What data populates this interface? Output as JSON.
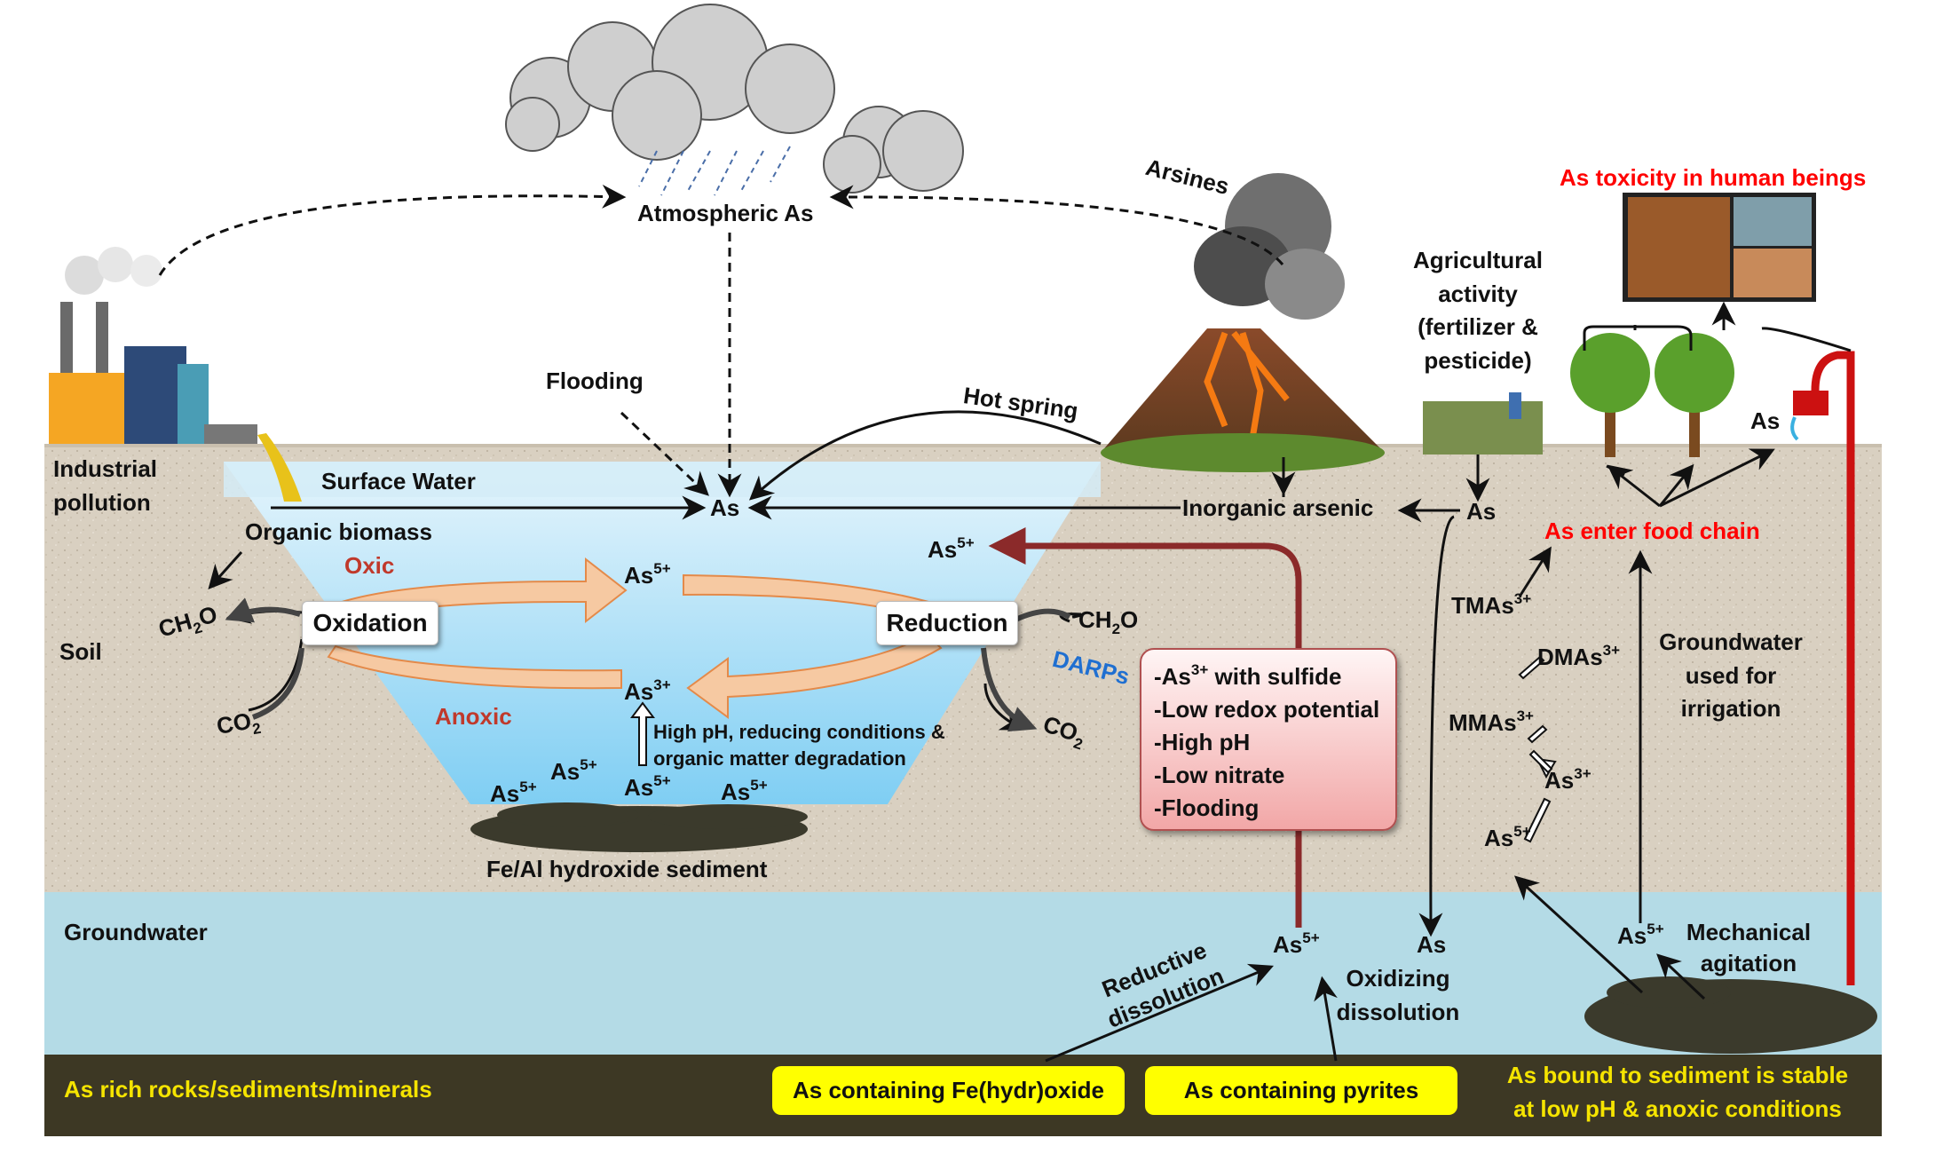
{
  "labels": {
    "atmospheric_as": "Atmospheric As",
    "arsines": "Arsines",
    "flooding": "Flooding",
    "hot_spring": "Hot spring",
    "industrial_pollution": "Industrial\npollution",
    "surface_water": "Surface Water",
    "as_center": "As",
    "inorganic_arsenic": "Inorganic arsenic",
    "as_agri": "As",
    "agricultural_activity": "Agricultural\nactivity\n(fertilizer &\npesticide)",
    "toxicity_title": "As toxicity in human beings",
    "as_tap": "As",
    "enter_food_chain": "As enter food chain",
    "organic_biomass": "Organic biomass",
    "oxic": "Oxic",
    "anoxic": "Anoxic",
    "soil": "Soil",
    "darps": "DARPs",
    "high_ph_note": "High pH, reducing conditions &\norganic matter degradation",
    "sediment": "Fe/Al hydroxide sediment",
    "groundwater": "Groundwater",
    "groundwater_irrigation": "Groundwater\nused for\nirrigation",
    "mechanical_agitation": "Mechanical\nagitation",
    "reductive_dissolution": "Reductive\ndissolution",
    "oxidizing_as": "As",
    "oxidizing_dissolution": "Oxidizing\ndissolution",
    "rich_rocks": "As rich rocks/sediments/minerals",
    "stable_note": "As bound to sediment is stable\nat low pH & anoxic conditions"
  },
  "process_boxes": {
    "oxidation": "Oxidation",
    "reduction": "Reduction"
  },
  "chem": {
    "as": "As",
    "five_plus": "5+",
    "three_plus": "3+",
    "ch2o_c": "CH",
    "ch2o_o": "O",
    "co": "CO",
    "two": "2",
    "tmas": "TMAs",
    "dmas": "DMAs",
    "mmas": "MMAs"
  },
  "conditions": {
    "first_prefix": "-As",
    "first_suffix": " with sulfide",
    "items": [
      "-Low redox potential",
      "-High pH",
      "-Low nitrate",
      "-Flooding"
    ]
  },
  "sources": {
    "fe_oxide": "As containing Fe(hydr)oxide",
    "pyrites": "As containing pyrites"
  },
  "colors": {
    "surface_water": "#d4ecf7",
    "pond_water": "#aee1fb",
    "soil": "#d9d0c1",
    "groundwater": "#b4dbe6",
    "bedrock": "#3d3824",
    "oxidation_arrow": "#f2a76a",
    "red_arrow": "#8b2a2a",
    "accent_red": "#ff0000"
  }
}
